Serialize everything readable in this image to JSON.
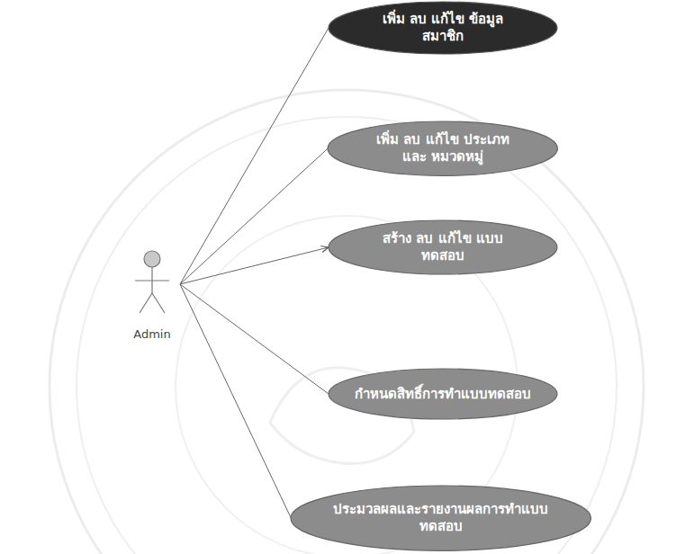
{
  "diagram": {
    "nodes": [
      {
        "text": [
          "Admin"
        ]
      },
      {
        "text": [
          "เพิ่ม ลบ แก้ไข ข้อมูลสมาชิก"
        ]
      },
      {
        "text": [
          "เพิ่ม ลบ แก้ไข ประเภท และ หมวดหมู่"
        ]
      },
      {
        "text": [
          "สร้าง ลบ แก้ไข แบบทดสอบ"
        ]
      },
      {
        "text": [
          "กำหนดสิทธิ์การทำแบบทดสอบ"
        ]
      },
      {
        "text": [
          "ประมวลผลและรายงานผลการทำแบบทดสอบ"
        ]
      }
    ],
    "edges": [
      {
        "from": 0,
        "to": 1,
        "arrow": "none"
      },
      {
        "from": 0,
        "to": 2,
        "arrow": "none"
      },
      {
        "from": 0,
        "to": 3,
        "arrow": "to"
      },
      {
        "from": 0,
        "to": 4,
        "arrow": "none"
      },
      {
        "from": 0,
        "to": 5,
        "arrow": "none"
      }
    ]
  }
}
